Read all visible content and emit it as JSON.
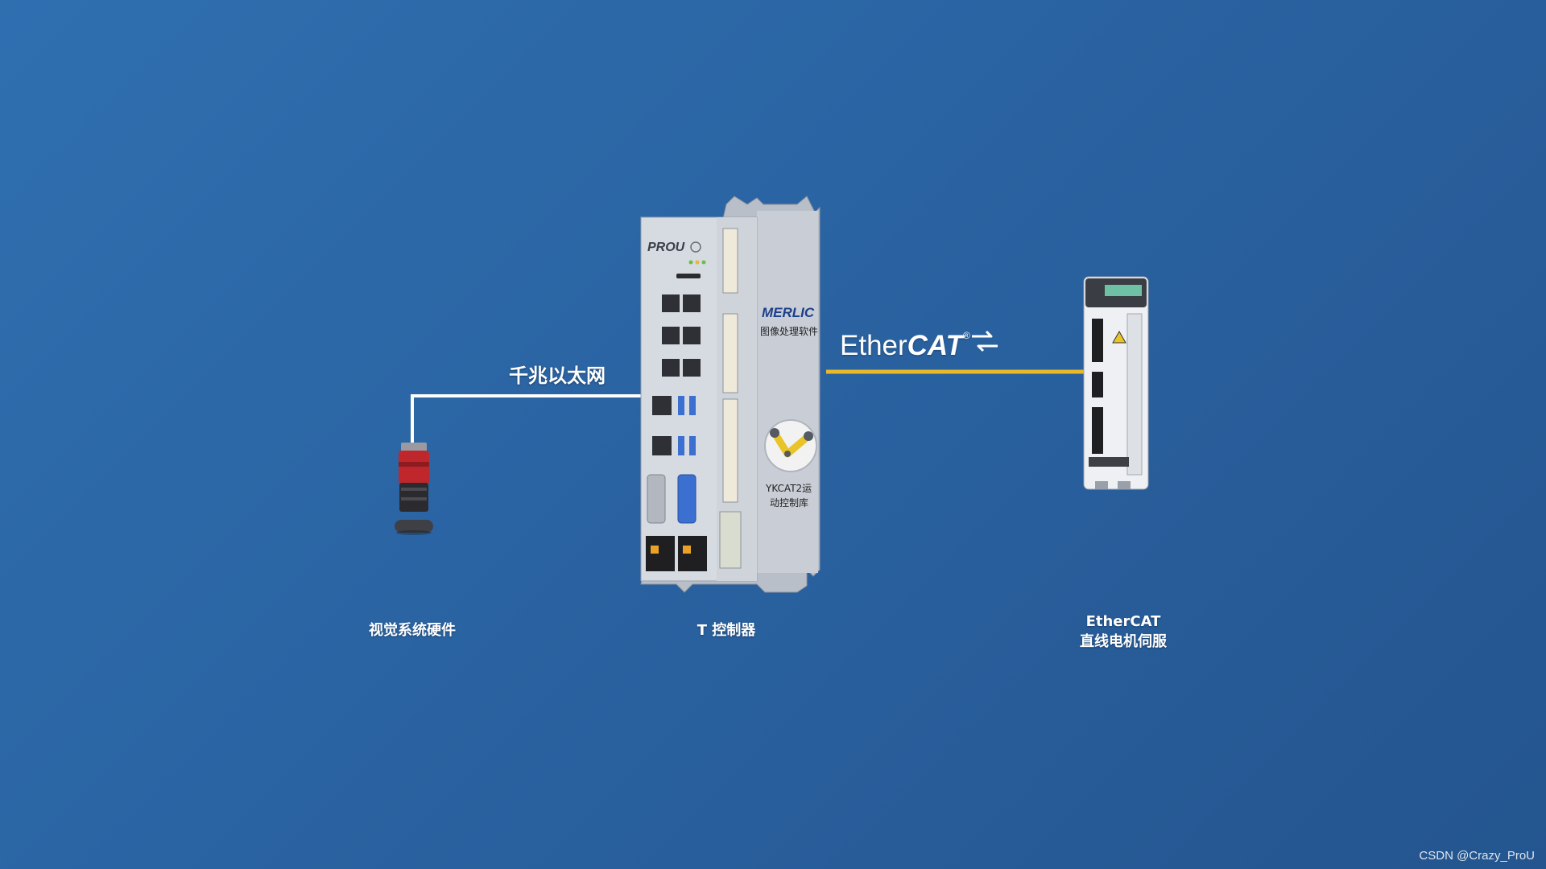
{
  "links": {
    "ethernet_label": "千兆以太网",
    "ethercat_logo": {
      "light": "Ether",
      "bold": "CAT",
      "reg": "®"
    }
  },
  "devices": {
    "camera": {
      "label": "视觉系统硬件"
    },
    "controller": {
      "label": "T 控制器",
      "brand": "PROU",
      "software_name": "MERLIC",
      "software_desc": "图像处理软件",
      "library_line1": "YKCAT2运",
      "library_line2": "动控制库"
    },
    "servo": {
      "label_line1": "EtherCAT",
      "label_line2": "直线电机伺服"
    }
  },
  "watermark": "CSDN @Crazy_ProU",
  "colors": {
    "background": "#2a63a2",
    "ethernet_line": "#ffffff",
    "ethercat_line": "#e8b928",
    "controller_body": "#c9ced6"
  }
}
